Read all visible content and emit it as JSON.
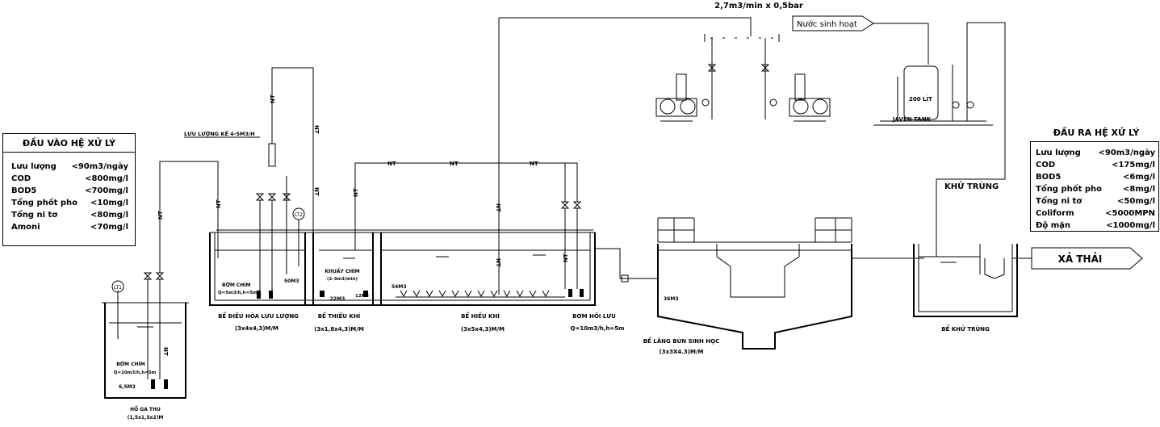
{
  "inlet_spec": {
    "title": "ĐẦU VÀO HỆ XỬ LÝ",
    "rows": [
      {
        "param": "Lưu lượng",
        "value": "<90m3/ngày"
      },
      {
        "param": "COD",
        "value": "<800mg/l"
      },
      {
        "param": "BOD5",
        "value": "<700mg/l"
      },
      {
        "param": "Tổng phốt pho",
        "value": "<10mg/l"
      },
      {
        "param": "Tổng ni tơ",
        "value": "<80mg/l"
      },
      {
        "param": "Amoni",
        "value": "<70mg/l"
      }
    ]
  },
  "outlet_spec": {
    "title": "ĐẦU RA HỆ XỬ LÝ",
    "rows": [
      {
        "param": "Lưu lượng",
        "value": "<90m3/ngày"
      },
      {
        "param": "COD",
        "value": "<175mg/l"
      },
      {
        "param": "BOD5",
        "value": "<6mg/l"
      },
      {
        "param": "Tổng phốt pho",
        "value": "<8mg/l"
      },
      {
        "param": "Tổng ni tơ",
        "value": "<50mg/l"
      },
      {
        "param": "Coliform",
        "value": "<5000MPN"
      },
      {
        "param": "Độ mặn",
        "value": "<1000mg/l"
      }
    ]
  },
  "labels": {
    "blower": "2,7m3/min x 0,5bar",
    "domestic_water": "Nước sinh hoạt",
    "javen_volume": "200 LÍT",
    "javen_tank": "JAVEN TANK",
    "disinfection_label": "KHỬ TRÙNG",
    "discharge": "XẢ THẢI",
    "flowmeter": "LƯU LƯỢNG KẾ 4-5M3/H",
    "nt": "NT",
    "lt1": "LT1",
    "lt2": "LT2"
  },
  "tanks": {
    "collection": {
      "name": "HỐ GA THU",
      "size": "(1,5x1,5x2)M",
      "pump": "BƠM CHÌM",
      "pump_spec": "Q=10m3/h,h=5m",
      "volume": "6,5M3"
    },
    "equalization": {
      "name": "BỂ ĐIỀU HÒA LƯU LƯỢNG",
      "size": "(3x4x4,3)M/M",
      "pump": "BƠM CHÌM",
      "pump_spec": "Q=5m3/h,h=5m",
      "volume": "50M3"
    },
    "anoxic": {
      "name": "BỂ THIẾU KHÍ",
      "size": "(3x1,8x4,3)M/M",
      "mixer": "KHUẤY CHÌM",
      "mixer_spec": "(2-3m3/min)",
      "volume": "22M3",
      "volume2": "12M3"
    },
    "aerobic": {
      "name": "BỂ HIẾU KHÍ",
      "size": "(3x5x4,3)M/M",
      "volume": "54M3"
    },
    "return_pump": {
      "name": "BƠM HỒI LƯU",
      "spec": "Q=10m3/h,h=5m"
    },
    "clarifier": {
      "name": "BỂ LẮNG BÙN SINH HỌC",
      "size": "(3x3X4.3)M/M",
      "volume": "36M3"
    },
    "disinfection": {
      "name": "BỂ KHỬ TRÙNG"
    }
  },
  "colors": {
    "line": "#000000",
    "background": "#ffffff"
  }
}
